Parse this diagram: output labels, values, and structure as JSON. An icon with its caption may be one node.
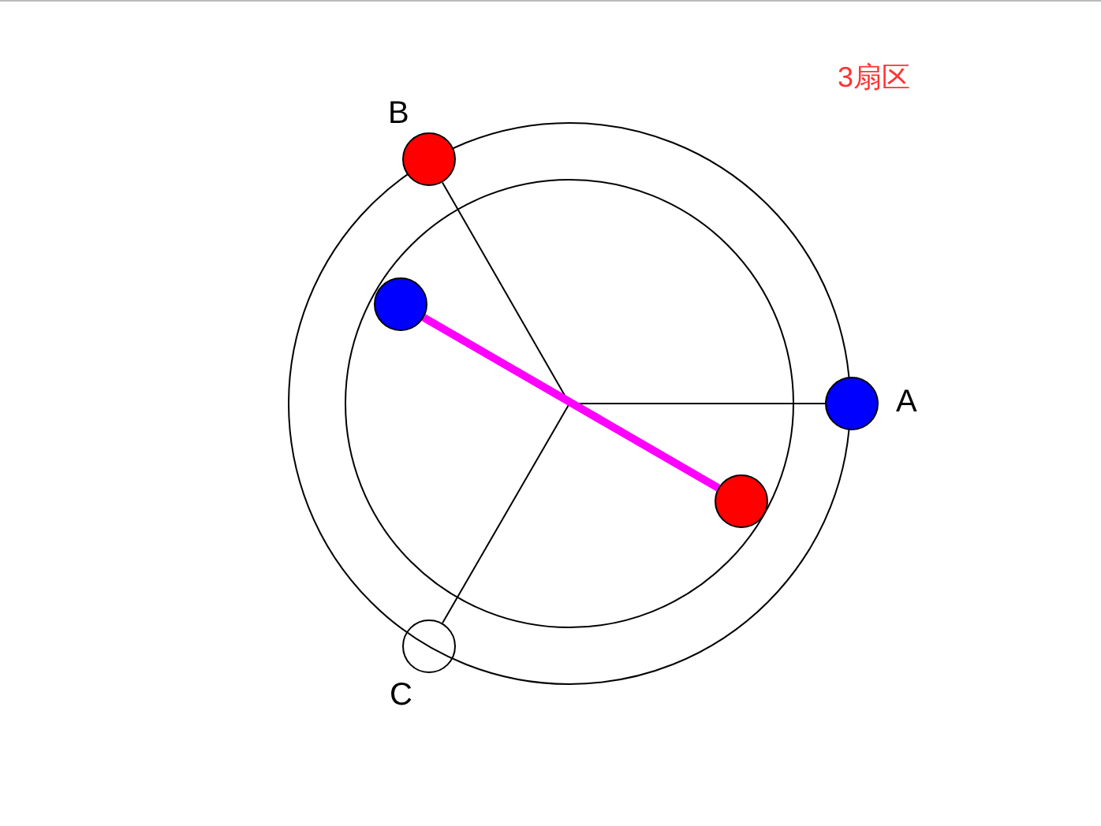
{
  "diagram": {
    "nodes": [
      {
        "text": [],
        "shape": "circle",
        "beside": [
          "B"
        ]
      },
      {
        "text": [],
        "shape": "circle"
      },
      {
        "text": [],
        "shape": "circle",
        "beside": [
          "A"
        ]
      },
      {
        "text": [],
        "shape": "circle"
      },
      {
        "text": [],
        "shape": "circle",
        "beside": [
          "C"
        ]
      }
    ],
    "edges": [
      {
        "from": null,
        "to": 0,
        "arrow": "none"
      },
      {
        "from": null,
        "to": 2,
        "arrow": "none"
      },
      {
        "from": null,
        "to": 4,
        "arrow": "none"
      },
      {
        "from": 1,
        "to": 3,
        "arrow": "none",
        "style": "thick",
        "color": "#ff00ff"
      }
    ],
    "labels": [
      "3扇区"
    ]
  }
}
